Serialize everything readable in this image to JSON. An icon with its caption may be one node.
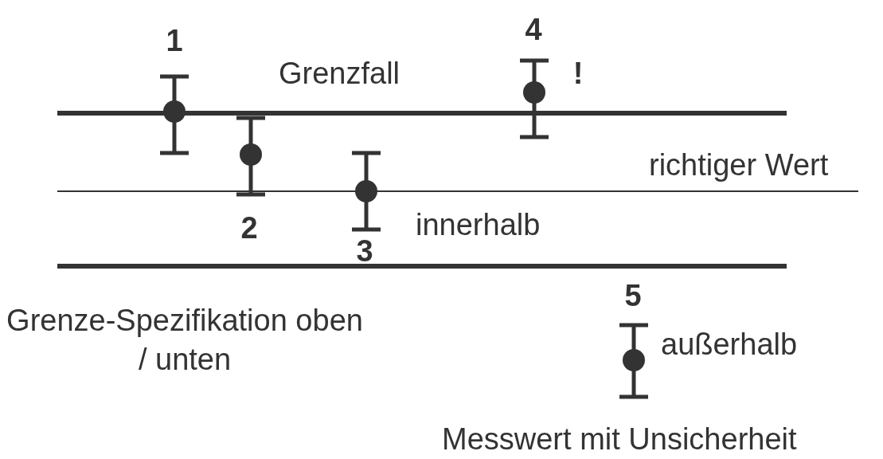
{
  "diagram": {
    "labels": [
      "1",
      "4",
      "Grenzfall",
      "!",
      "richtiger Wert",
      "2",
      "innerhalb",
      "3",
      "5",
      "Grenze-Spezifikation oben / unten",
      "außerhalb",
      "Messwert mit Unsicherheit"
    ]
  }
}
